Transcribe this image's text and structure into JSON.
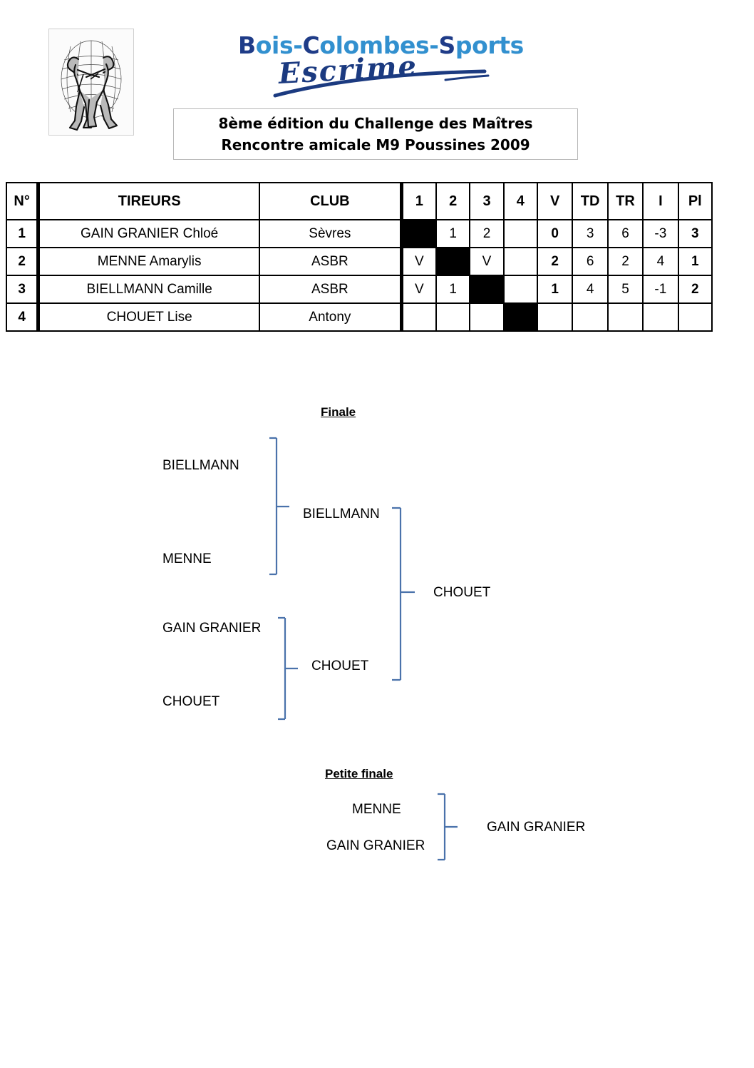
{
  "header": {
    "logo_icon": "fencers-globe-logo",
    "brand": {
      "part1_dark": "B",
      "part1_light": "ois-",
      "part2_dark": "C",
      "part2_light": "olombes-",
      "part3_dark": "S",
      "part3_light": "ports",
      "full_text": "Bois-Colombes-Sports",
      "script_text": "Escrime",
      "color_dark": "#1f3c88",
      "color_light": "#3290cf",
      "color_script": "#1b3a80"
    },
    "event_title_line1": "8ème édition du Challenge des Maîtres",
    "event_title_line2": "Rencontre amicale M9 Poussines 2009"
  },
  "poule": {
    "headers": {
      "no": "N°",
      "fencers": "TIREURS",
      "club": "CLUB",
      "op1": "1",
      "op2": "2",
      "op3": "3",
      "op4": "4",
      "v": "V",
      "td": "TD",
      "tr": "TR",
      "i": "I",
      "pl": "Pl"
    },
    "rows": [
      {
        "no": "1",
        "name": "GAIN GRANIER Chloé",
        "club": "Sèvres",
        "scores": [
          "",
          "1",
          "2",
          ""
        ],
        "diagonal": 0,
        "v": "0",
        "td": "3",
        "tr": "6",
        "i": "-3",
        "pl": "3"
      },
      {
        "no": "2",
        "name": "MENNE Amarylis",
        "club": "ASBR",
        "scores": [
          "V",
          "",
          "V",
          ""
        ],
        "diagonal": 1,
        "v": "2",
        "td": "6",
        "tr": "2",
        "i": "4",
        "pl": "1"
      },
      {
        "no": "3",
        "name": "BIELLMANN Camille",
        "club": "ASBR",
        "scores": [
          "V",
          "1",
          "",
          ""
        ],
        "diagonal": 2,
        "v": "1",
        "td": "4",
        "tr": "5",
        "i": "-1",
        "pl": "2"
      },
      {
        "no": "4",
        "name": "CHOUET Lise",
        "club": "Antony",
        "scores": [
          "",
          "",
          "",
          ""
        ],
        "diagonal": 3,
        "v": "",
        "td": "",
        "tr": "",
        "i": "",
        "pl": ""
      }
    ]
  },
  "finale": {
    "heading": "Finale",
    "round1": {
      "slot1": "BIELLMANN",
      "slot2": "MENNE",
      "slot3": "GAIN GRANIER",
      "slot4": "CHOUET"
    },
    "round2": {
      "winner_top": "BIELLMANN",
      "winner_bottom": "CHOUET"
    },
    "champion": "CHOUET"
  },
  "petite_finale": {
    "heading": "Petite finale",
    "slot1": "MENNE",
    "slot2": "GAIN GRANIER",
    "winner": "GAIN GRANIER"
  },
  "style": {
    "bracket_line_color": "#4a72ab"
  }
}
